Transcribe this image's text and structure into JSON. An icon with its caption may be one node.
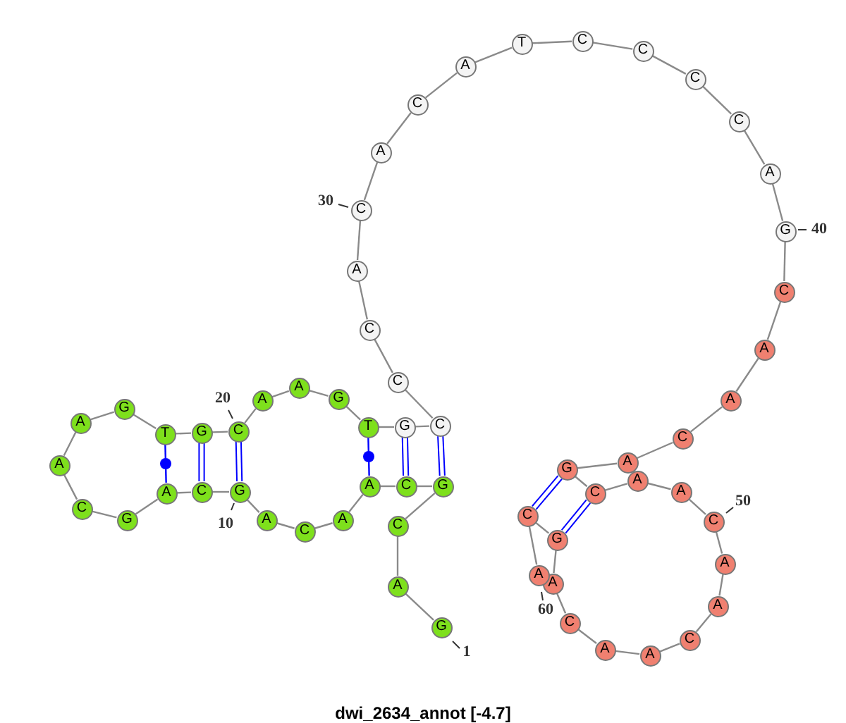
{
  "diagram": {
    "title": "dwi_2634_annot [-4.7]",
    "nodes": [
      {
        "text": [
          "G"
        ]
      },
      {
        "text": [
          "A"
        ]
      },
      {
        "text": [
          "C"
        ]
      },
      {
        "text": [
          "G"
        ]
      },
      {
        "text": [
          "C"
        ]
      },
      {
        "text": [
          "A"
        ]
      },
      {
        "text": [
          "A"
        ]
      },
      {
        "text": [
          "C"
        ]
      },
      {
        "text": [
          "A"
        ]
      },
      {
        "text": [
          "G"
        ]
      },
      {
        "text": [
          "C"
        ]
      },
      {
        "text": [
          "A"
        ]
      },
      {
        "text": [
          "G"
        ]
      },
      {
        "text": [
          "C"
        ]
      },
      {
        "text": [
          "A"
        ]
      },
      {
        "text": [
          "A"
        ]
      },
      {
        "text": [
          "G"
        ]
      },
      {
        "text": [
          "T"
        ]
      },
      {
        "text": [
          "G"
        ]
      },
      {
        "text": [
          "C"
        ]
      },
      {
        "text": [
          "A"
        ]
      },
      {
        "text": [
          "A"
        ]
      },
      {
        "text": [
          "G"
        ]
      },
      {
        "text": [
          "T"
        ]
      },
      {
        "text": [
          "G"
        ]
      },
      {
        "text": [
          "C"
        ]
      },
      {
        "text": [
          "C"
        ]
      },
      {
        "text": [
          "C"
        ]
      },
      {
        "text": [
          "A"
        ]
      },
      {
        "text": [
          "C"
        ]
      },
      {
        "text": [
          "A"
        ]
      },
      {
        "text": [
          "C"
        ]
      },
      {
        "text": [
          "A"
        ]
      },
      {
        "text": [
          "T"
        ]
      },
      {
        "text": [
          "C"
        ]
      },
      {
        "text": [
          "C"
        ]
      },
      {
        "text": [
          "C"
        ]
      },
      {
        "text": [
          "C"
        ]
      },
      {
        "text": [
          "A"
        ]
      },
      {
        "text": [
          "G"
        ]
      },
      {
        "text": [
          "C"
        ]
      },
      {
        "text": [
          "A"
        ]
      },
      {
        "text": [
          "A"
        ]
      },
      {
        "text": [
          "C"
        ]
      },
      {
        "text": [
          "A"
        ]
      },
      {
        "text": [
          "G"
        ]
      },
      {
        "text": [
          "C"
        ]
      },
      {
        "text": [
          "A"
        ]
      },
      {
        "text": [
          "A"
        ]
      },
      {
        "text": [
          "C"
        ]
      },
      {
        "text": [
          "A"
        ]
      },
      {
        "text": [
          "A"
        ]
      },
      {
        "text": [
          "C"
        ]
      },
      {
        "text": [
          "A"
        ]
      },
      {
        "text": [
          "A"
        ]
      },
      {
        "text": [
          "C"
        ]
      },
      {
        "text": [
          "A"
        ]
      },
      {
        "text": [
          "G"
        ]
      },
      {
        "text": [
          "C"
        ]
      },
      {
        "text": [
          "A"
        ]
      }
    ],
    "edges": [
      {
        "from": 0,
        "to": 1,
        "arrow": "none"
      },
      {
        "from": 1,
        "to": 2,
        "arrow": "none"
      },
      {
        "from": 2,
        "to": 3,
        "arrow": "none"
      },
      {
        "from": 3,
        "to": 4,
        "arrow": "none"
      },
      {
        "from": 4,
        "to": 5,
        "arrow": "none"
      },
      {
        "from": 5,
        "to": 6,
        "arrow": "none"
      },
      {
        "from": 6,
        "to": 7,
        "arrow": "none"
      },
      {
        "from": 7,
        "to": 8,
        "arrow": "none"
      },
      {
        "from": 8,
        "to": 9,
        "arrow": "none"
      },
      {
        "from": 9,
        "to": 10,
        "arrow": "none"
      },
      {
        "from": 10,
        "to": 11,
        "arrow": "none"
      },
      {
        "from": 11,
        "to": 12,
        "arrow": "none"
      },
      {
        "from": 12,
        "to": 13,
        "arrow": "none"
      },
      {
        "from": 13,
        "to": 14,
        "arrow": "none"
      },
      {
        "from": 14,
        "to": 15,
        "arrow": "none"
      },
      {
        "from": 15,
        "to": 16,
        "arrow": "none"
      },
      {
        "from": 16,
        "to": 17,
        "arrow": "none"
      },
      {
        "from": 17,
        "to": 18,
        "arrow": "none"
      },
      {
        "from": 18,
        "to": 19,
        "arrow": "none"
      },
      {
        "from": 19,
        "to": 20,
        "arrow": "none"
      },
      {
        "from": 20,
        "to": 21,
        "arrow": "none"
      },
      {
        "from": 21,
        "to": 22,
        "arrow": "none"
      },
      {
        "from": 22,
        "to": 23,
        "arrow": "none"
      },
      {
        "from": 23,
        "to": 24,
        "arrow": "none"
      },
      {
        "from": 24,
        "to": 25,
        "arrow": "none"
      },
      {
        "from": 25,
        "to": 26,
        "arrow": "none"
      },
      {
        "from": 26,
        "to": 27,
        "arrow": "none"
      },
      {
        "from": 27,
        "to": 28,
        "arrow": "none"
      },
      {
        "from": 28,
        "to": 29,
        "arrow": "none"
      },
      {
        "from": 29,
        "to": 30,
        "arrow": "none"
      },
      {
        "from": 30,
        "to": 31,
        "arrow": "none"
      },
      {
        "from": 31,
        "to": 32,
        "arrow": "none"
      },
      {
        "from": 32,
        "to": 33,
        "arrow": "none"
      },
      {
        "from": 33,
        "to": 34,
        "arrow": "none"
      },
      {
        "from": 34,
        "to": 35,
        "arrow": "none"
      },
      {
        "from": 35,
        "to": 36,
        "arrow": "none"
      },
      {
        "from": 36,
        "to": 37,
        "arrow": "none"
      },
      {
        "from": 37,
        "to": 38,
        "arrow": "none"
      },
      {
        "from": 38,
        "to": 39,
        "arrow": "none"
      },
      {
        "from": 39,
        "to": 40,
        "arrow": "none"
      },
      {
        "from": 40,
        "to": 41,
        "arrow": "none"
      },
      {
        "from": 41,
        "to": 42,
        "arrow": "none"
      },
      {
        "from": 42,
        "to": 43,
        "arrow": "none"
      },
      {
        "from": 43,
        "to": 44,
        "arrow": "none"
      },
      {
        "from": 44,
        "to": 45,
        "arrow": "none"
      },
      {
        "from": 45,
        "to": 46,
        "arrow": "none"
      },
      {
        "from": 46,
        "to": 47,
        "arrow": "none"
      },
      {
        "from": 47,
        "to": 48,
        "arrow": "none"
      },
      {
        "from": 48,
        "to": 49,
        "arrow": "none"
      },
      {
        "from": 49,
        "to": 50,
        "arrow": "none"
      },
      {
        "from": 50,
        "to": 51,
        "arrow": "none"
      },
      {
        "from": 51,
        "to": 52,
        "arrow": "none"
      },
      {
        "from": 52,
        "to": 53,
        "arrow": "none"
      },
      {
        "from": 53,
        "to": 54,
        "arrow": "none"
      },
      {
        "from": 54,
        "to": 55,
        "arrow": "none"
      },
      {
        "from": 55,
        "to": 56,
        "arrow": "none"
      },
      {
        "from": 56,
        "to": 57,
        "arrow": "none"
      },
      {
        "from": 57,
        "to": 58,
        "arrow": "none"
      },
      {
        "from": 58,
        "to": 59,
        "arrow": "none"
      },
      {
        "from": 17,
        "to": 11,
        "arrow": "none",
        "color": "#0000ff"
      },
      {
        "from": 18,
        "to": 10,
        "arrow": "none",
        "color": "#0000ff"
      },
      {
        "from": 19,
        "to": 9,
        "arrow": "none",
        "color": "#0000ff"
      },
      {
        "from": 23,
        "to": 5,
        "arrow": "none",
        "color": "#0000ff"
      },
      {
        "from": 24,
        "to": 4,
        "arrow": "none",
        "color": "#0000ff"
      },
      {
        "from": 25,
        "to": 3,
        "arrow": "none",
        "color": "#0000ff"
      },
      {
        "from": 45,
        "to": 58,
        "arrow": "none",
        "color": "#0000ff"
      },
      {
        "from": 46,
        "to": 57,
        "arrow": "none",
        "color": "#0000ff"
      }
    ],
    "labels": [
      "1",
      "10",
      "20",
      "30",
      "40",
      "50",
      "60"
    ]
  }
}
